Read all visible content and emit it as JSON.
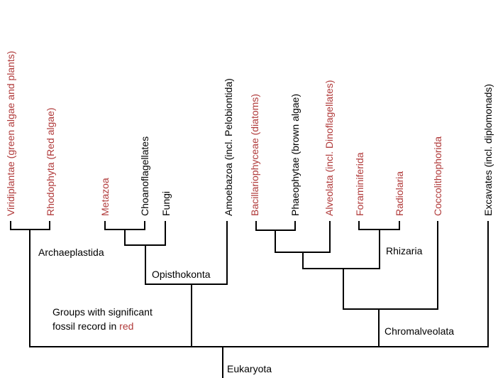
{
  "colors": {
    "fossil": "#b03a3a",
    "normal": "#000000",
    "line": "#000000"
  },
  "taxa": [
    {
      "id": "viridiplantae",
      "label": "Viridiplantae (green algae and plants)",
      "fossil": true
    },
    {
      "id": "rhodophyta",
      "label": "Rhodophyta  (Red algae)",
      "fossil": true
    },
    {
      "id": "metazoa",
      "label": "Metazoa",
      "fossil": true
    },
    {
      "id": "choanoflagellates",
      "label": "Choanoflagellates",
      "fossil": false
    },
    {
      "id": "fungi",
      "label": "Fungi",
      "fossil": false
    },
    {
      "id": "amoebazoa",
      "label": "Amoebazoa (incl. Pelobiontida)",
      "fossil": false
    },
    {
      "id": "bacillariophyceae",
      "label": "Bacillariophyceae (diatoms)",
      "fossil": true
    },
    {
      "id": "phaeophytae",
      "label": "Phaeophytae (brown algae)",
      "fossil": false
    },
    {
      "id": "alveolata",
      "label": "Alveolata (incl. Dinoflagellates)",
      "fossil": true
    },
    {
      "id": "foraminiferida",
      "label": "Foraminiferida",
      "fossil": true
    },
    {
      "id": "radiolaria",
      "label": "Radiolaria",
      "fossil": true
    },
    {
      "id": "coccolithophorida",
      "label": "Coccolithophorida",
      "fossil": true
    },
    {
      "id": "excavates",
      "label": "Excavates (incl. diplomonads)",
      "fossil": false
    }
  ],
  "clades": {
    "archaeplastida": "Archaeplastida",
    "opisthokonta": "Opisthokonta",
    "rhizaria": "Rhizaria",
    "chromalveolata": "Chromalveolata",
    "eukaryota": "Eukaryota"
  },
  "legend": {
    "line1": "Groups with significant",
    "line2_prefix": "fossil record in ",
    "line2_highlight": "red"
  }
}
